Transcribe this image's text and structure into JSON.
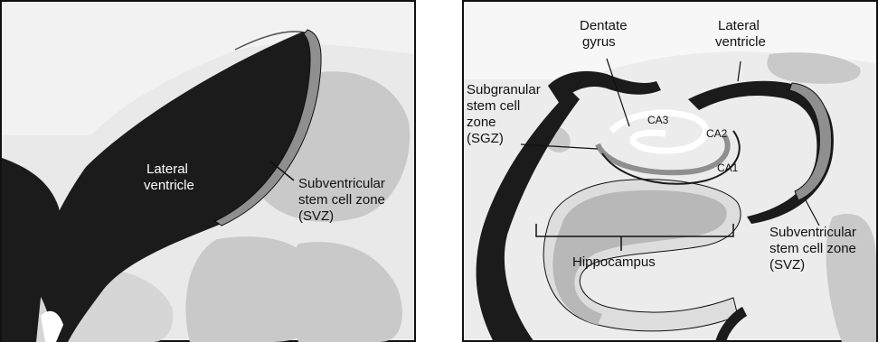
{
  "colors": {
    "ventricle": "#1b1b1b",
    "stem_zone": "#8f8f8f",
    "tissue_light": "#e9e9e9",
    "tissue_mid": "#c9c9c9",
    "outline": "#111111",
    "background": "#ffffff"
  },
  "left_panel": {
    "ventricle_label_line1": "Lateral",
    "ventricle_label_line2": "ventricle",
    "svz_label_line1": "Subventricular",
    "svz_label_line2": "stem cell zone",
    "svz_label_line3": "(SVZ)"
  },
  "right_panel": {
    "dentate_line1": "Dentate",
    "dentate_line2": "gyrus",
    "ventricle_line1": "Lateral",
    "ventricle_line2": "ventricle",
    "sgz_line1": "Subgranular",
    "sgz_line2": "stem cell",
    "sgz_line3": "zone",
    "sgz_line4": "(SGZ)",
    "ca3": "CA3",
    "ca2": "CA2",
    "ca1": "CA1",
    "hippocampus": "Hippocampus",
    "svz_line1": "Subventricular",
    "svz_line2": "stem cell zone",
    "svz_line3": "(SVZ)"
  }
}
